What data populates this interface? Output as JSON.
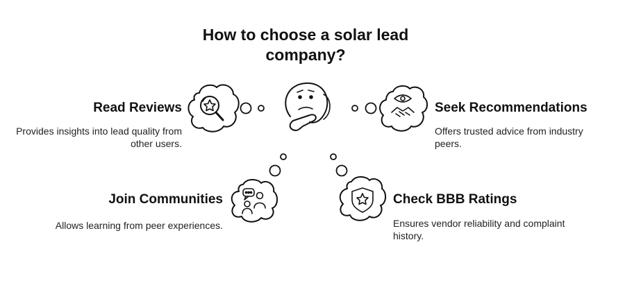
{
  "title": {
    "line1": "How to choose a solar lead",
    "line2": "company?"
  },
  "items": [
    {
      "heading": "Read Reviews",
      "description": "Provides insights into lead quality from other users.",
      "icon": "magnifier-star-icon"
    },
    {
      "heading": "Seek Recommendations",
      "description": "Offers trusted advice from industry peers.",
      "icon": "eye-handshake-icon"
    },
    {
      "heading": "Join Communities",
      "description": "Allows learning from peer experiences.",
      "icon": "people-chat-icon"
    },
    {
      "heading": "Check BBB Ratings",
      "description": "Ensures vendor reliability and complaint history.",
      "icon": "shield-star-icon"
    }
  ],
  "center_icon": "thinking-face-icon",
  "colors": {
    "stroke": "#111111",
    "background": "#ffffff"
  }
}
